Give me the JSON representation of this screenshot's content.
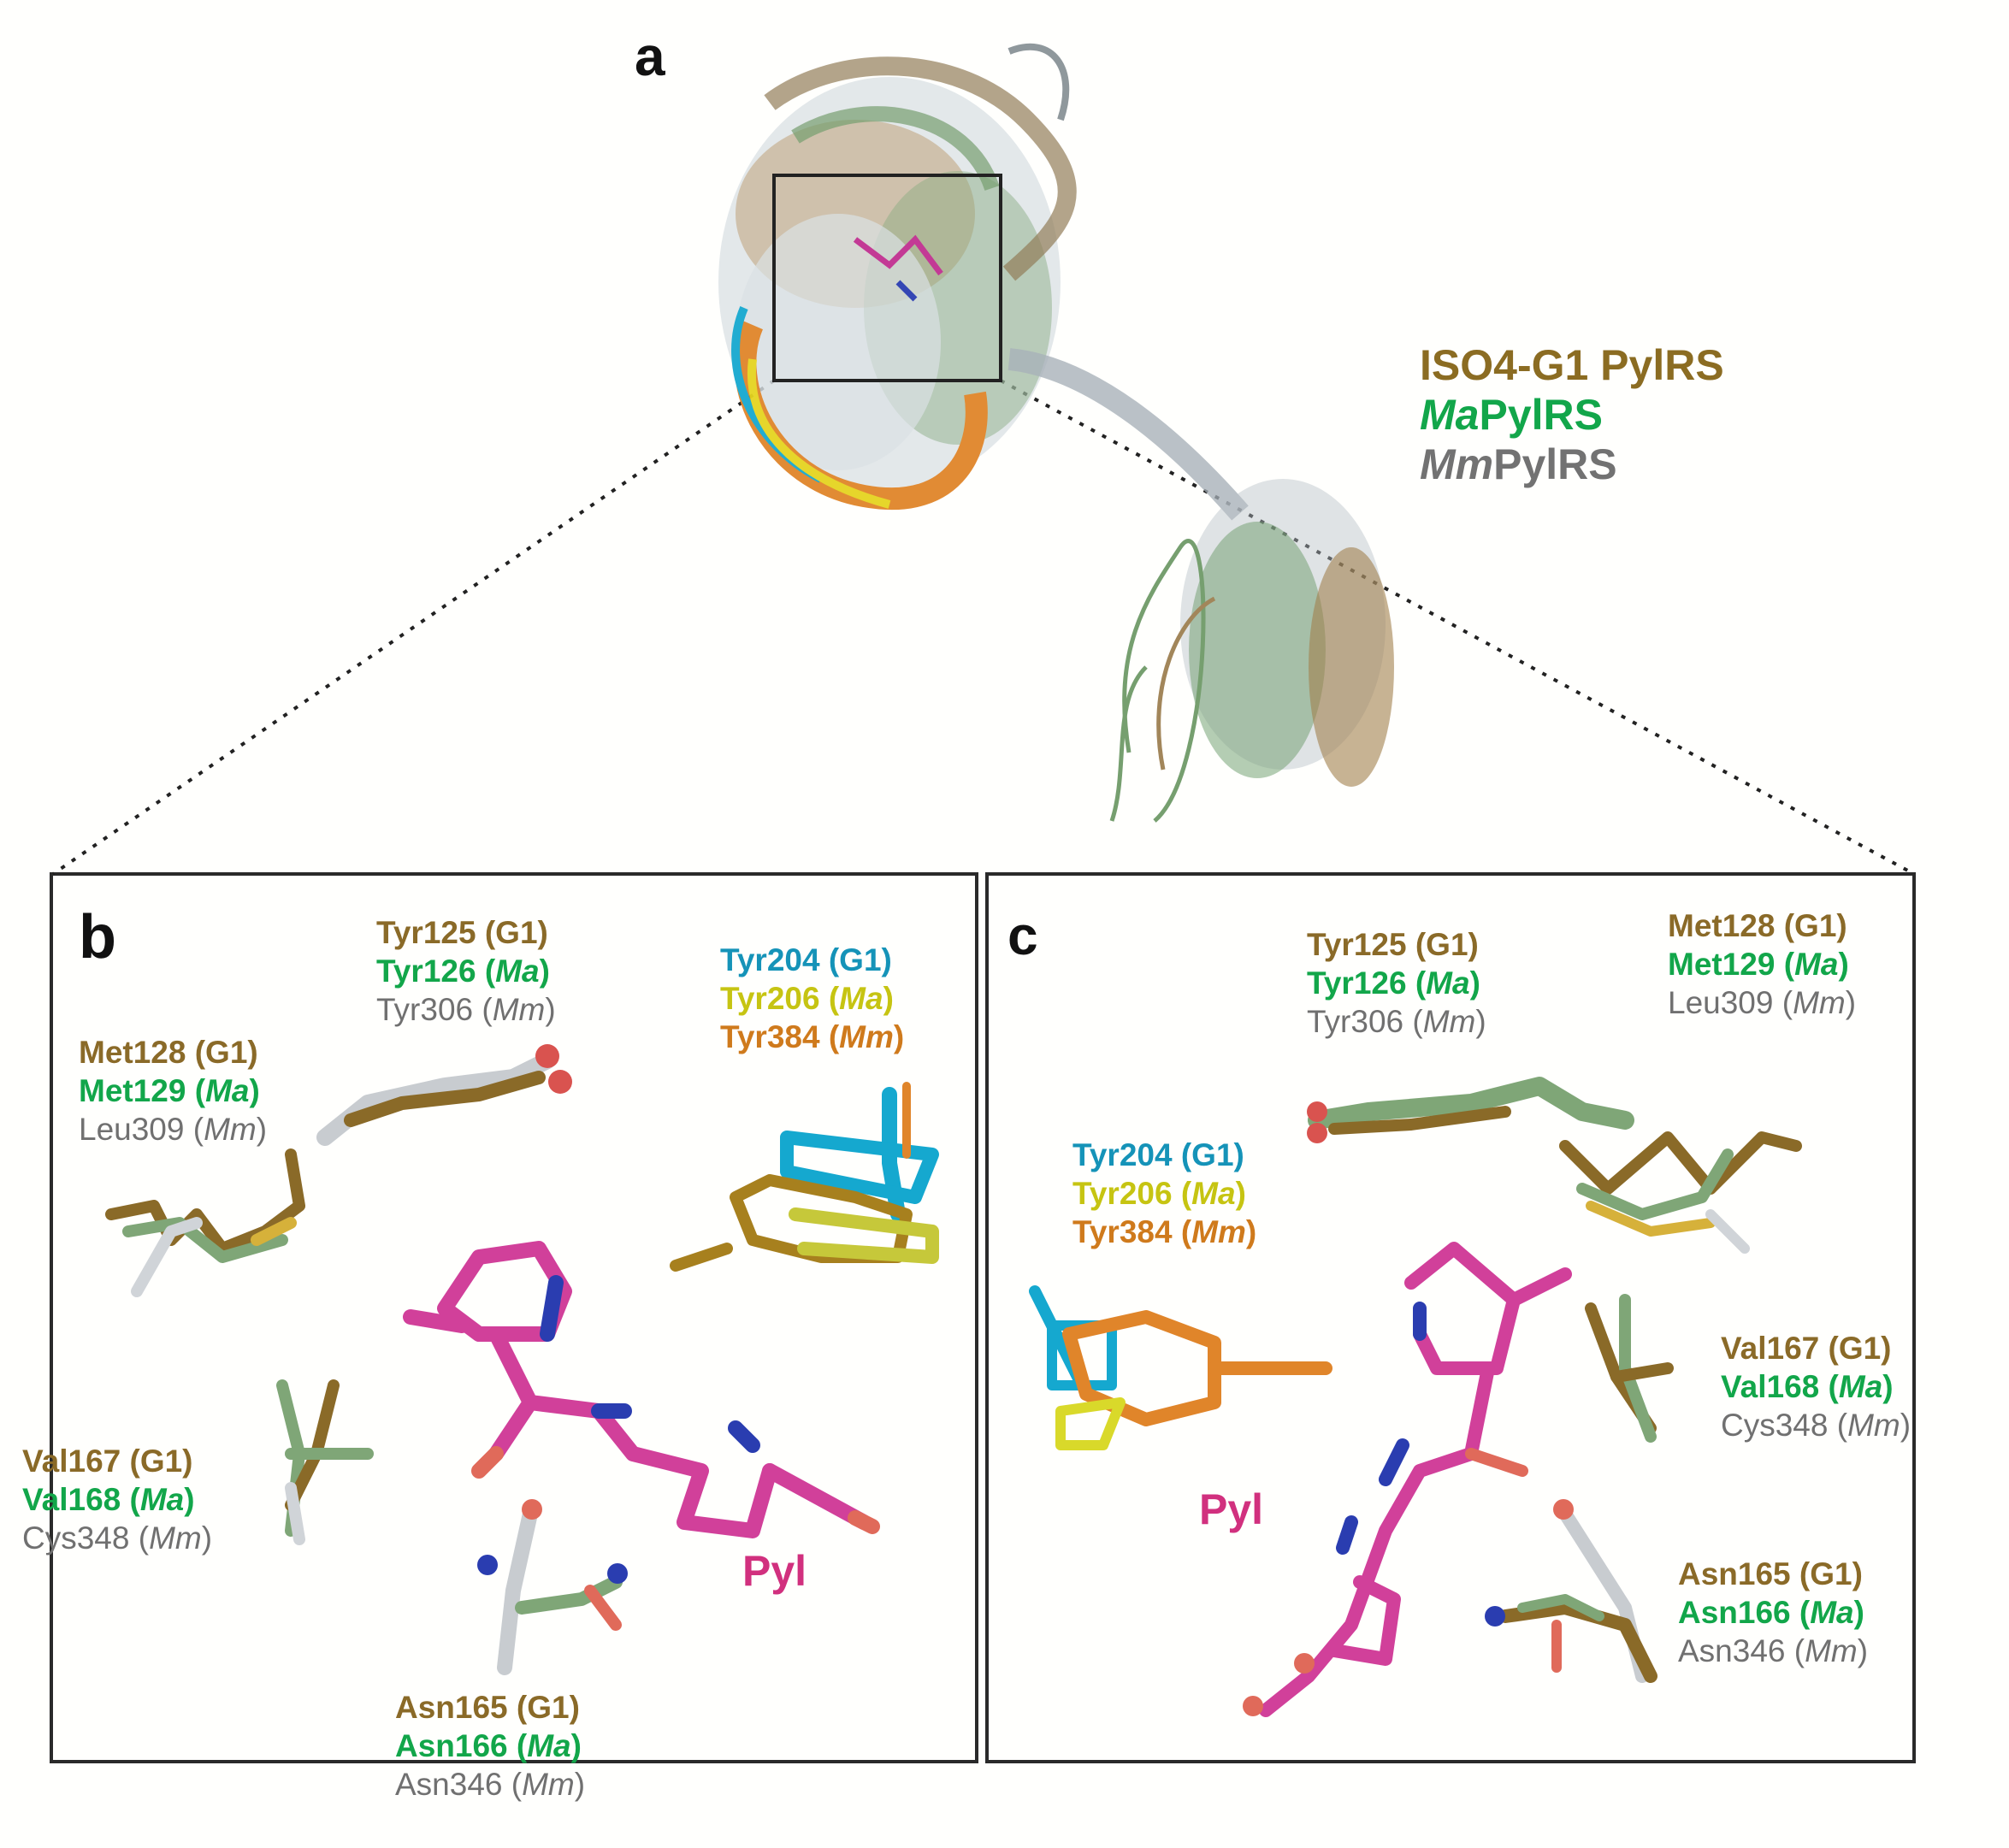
{
  "figure": {
    "panels": {
      "a": {
        "letter": "a",
        "legend": {
          "items": [
            {
              "text": "ISO4-G1 PylRS",
              "color": "#8b6c22"
            },
            {
              "prefix": "Ma",
              "suffix": "PylRS",
              "color": "#12a64a"
            },
            {
              "prefix": "Mm",
              "suffix": "PylRS",
              "color": "#727272"
            }
          ]
        }
      },
      "b": {
        "letter": "b",
        "labels": {
          "tyr125": {
            "g1": "Tyr125 (G1)",
            "ma_name": "Tyr126 (",
            "ma_org": "Ma",
            "mm_name": "Tyr306 (",
            "mm_org": "Mm"
          },
          "met128": {
            "g1": "Met128 (G1)",
            "ma_name": "Met129 (",
            "ma_org": "Ma",
            "mm_name": "Leu309 (",
            "mm_org": "Mm"
          },
          "tyr204": {
            "g1": "Tyr204 (G1)",
            "ma_name": "Tyr206 (",
            "ma_org": "Ma",
            "mm_name": "Tyr384 (",
            "mm_org": "Mm"
          },
          "val167": {
            "g1": "Val167 (G1)",
            "ma_name": "Val168 (",
            "ma_org": "Ma",
            "mm_name": "Cys348 (",
            "mm_org": "Mm"
          },
          "asn165": {
            "g1": "Asn165 (G1)",
            "ma_name": "Asn166 (",
            "ma_org": "Ma",
            "mm_name": "Asn346 (",
            "mm_org": "Mm"
          },
          "pyl": "Pyl"
        }
      },
      "c": {
        "letter": "c",
        "labels": {
          "tyr125": {
            "g1": "Tyr125 (G1)",
            "ma_name": "Tyr126 (",
            "ma_org": "Ma",
            "mm_name": "Tyr306 (",
            "mm_org": "Mm"
          },
          "met128": {
            "g1": "Met128 (G1)",
            "ma_name": "Met129 (",
            "ma_org": "Ma",
            "mm_name": "Leu309 (",
            "mm_org": "Mm"
          },
          "tyr204": {
            "g1": "Tyr204 (G1)",
            "ma_name": "Tyr206 (",
            "ma_org": "Ma",
            "mm_name": "Tyr384 (",
            "mm_org": "Mm"
          },
          "val167": {
            "g1": "Val167 (G1)",
            "ma_name": "Val168 (",
            "ma_org": "Ma",
            "mm_name": "Cys348 (",
            "mm_org": "Mm"
          },
          "asn165": {
            "g1": "Asn165 (G1)",
            "ma_name": "Asn166 (",
            "ma_org": "Ma",
            "mm_name": "Asn346 (",
            "mm_org": "Mm"
          },
          "pyl": "Pyl"
        }
      }
    },
    "colors": {
      "g1": "#8a6a28",
      "ma": "#12a64a",
      "mm": "#707070",
      "tyr204_g1": "#1593b8",
      "tyr206_ma": "#c6c412",
      "tyr384_mm": "#cf7a1c",
      "pyl": "#d1307e"
    }
  }
}
